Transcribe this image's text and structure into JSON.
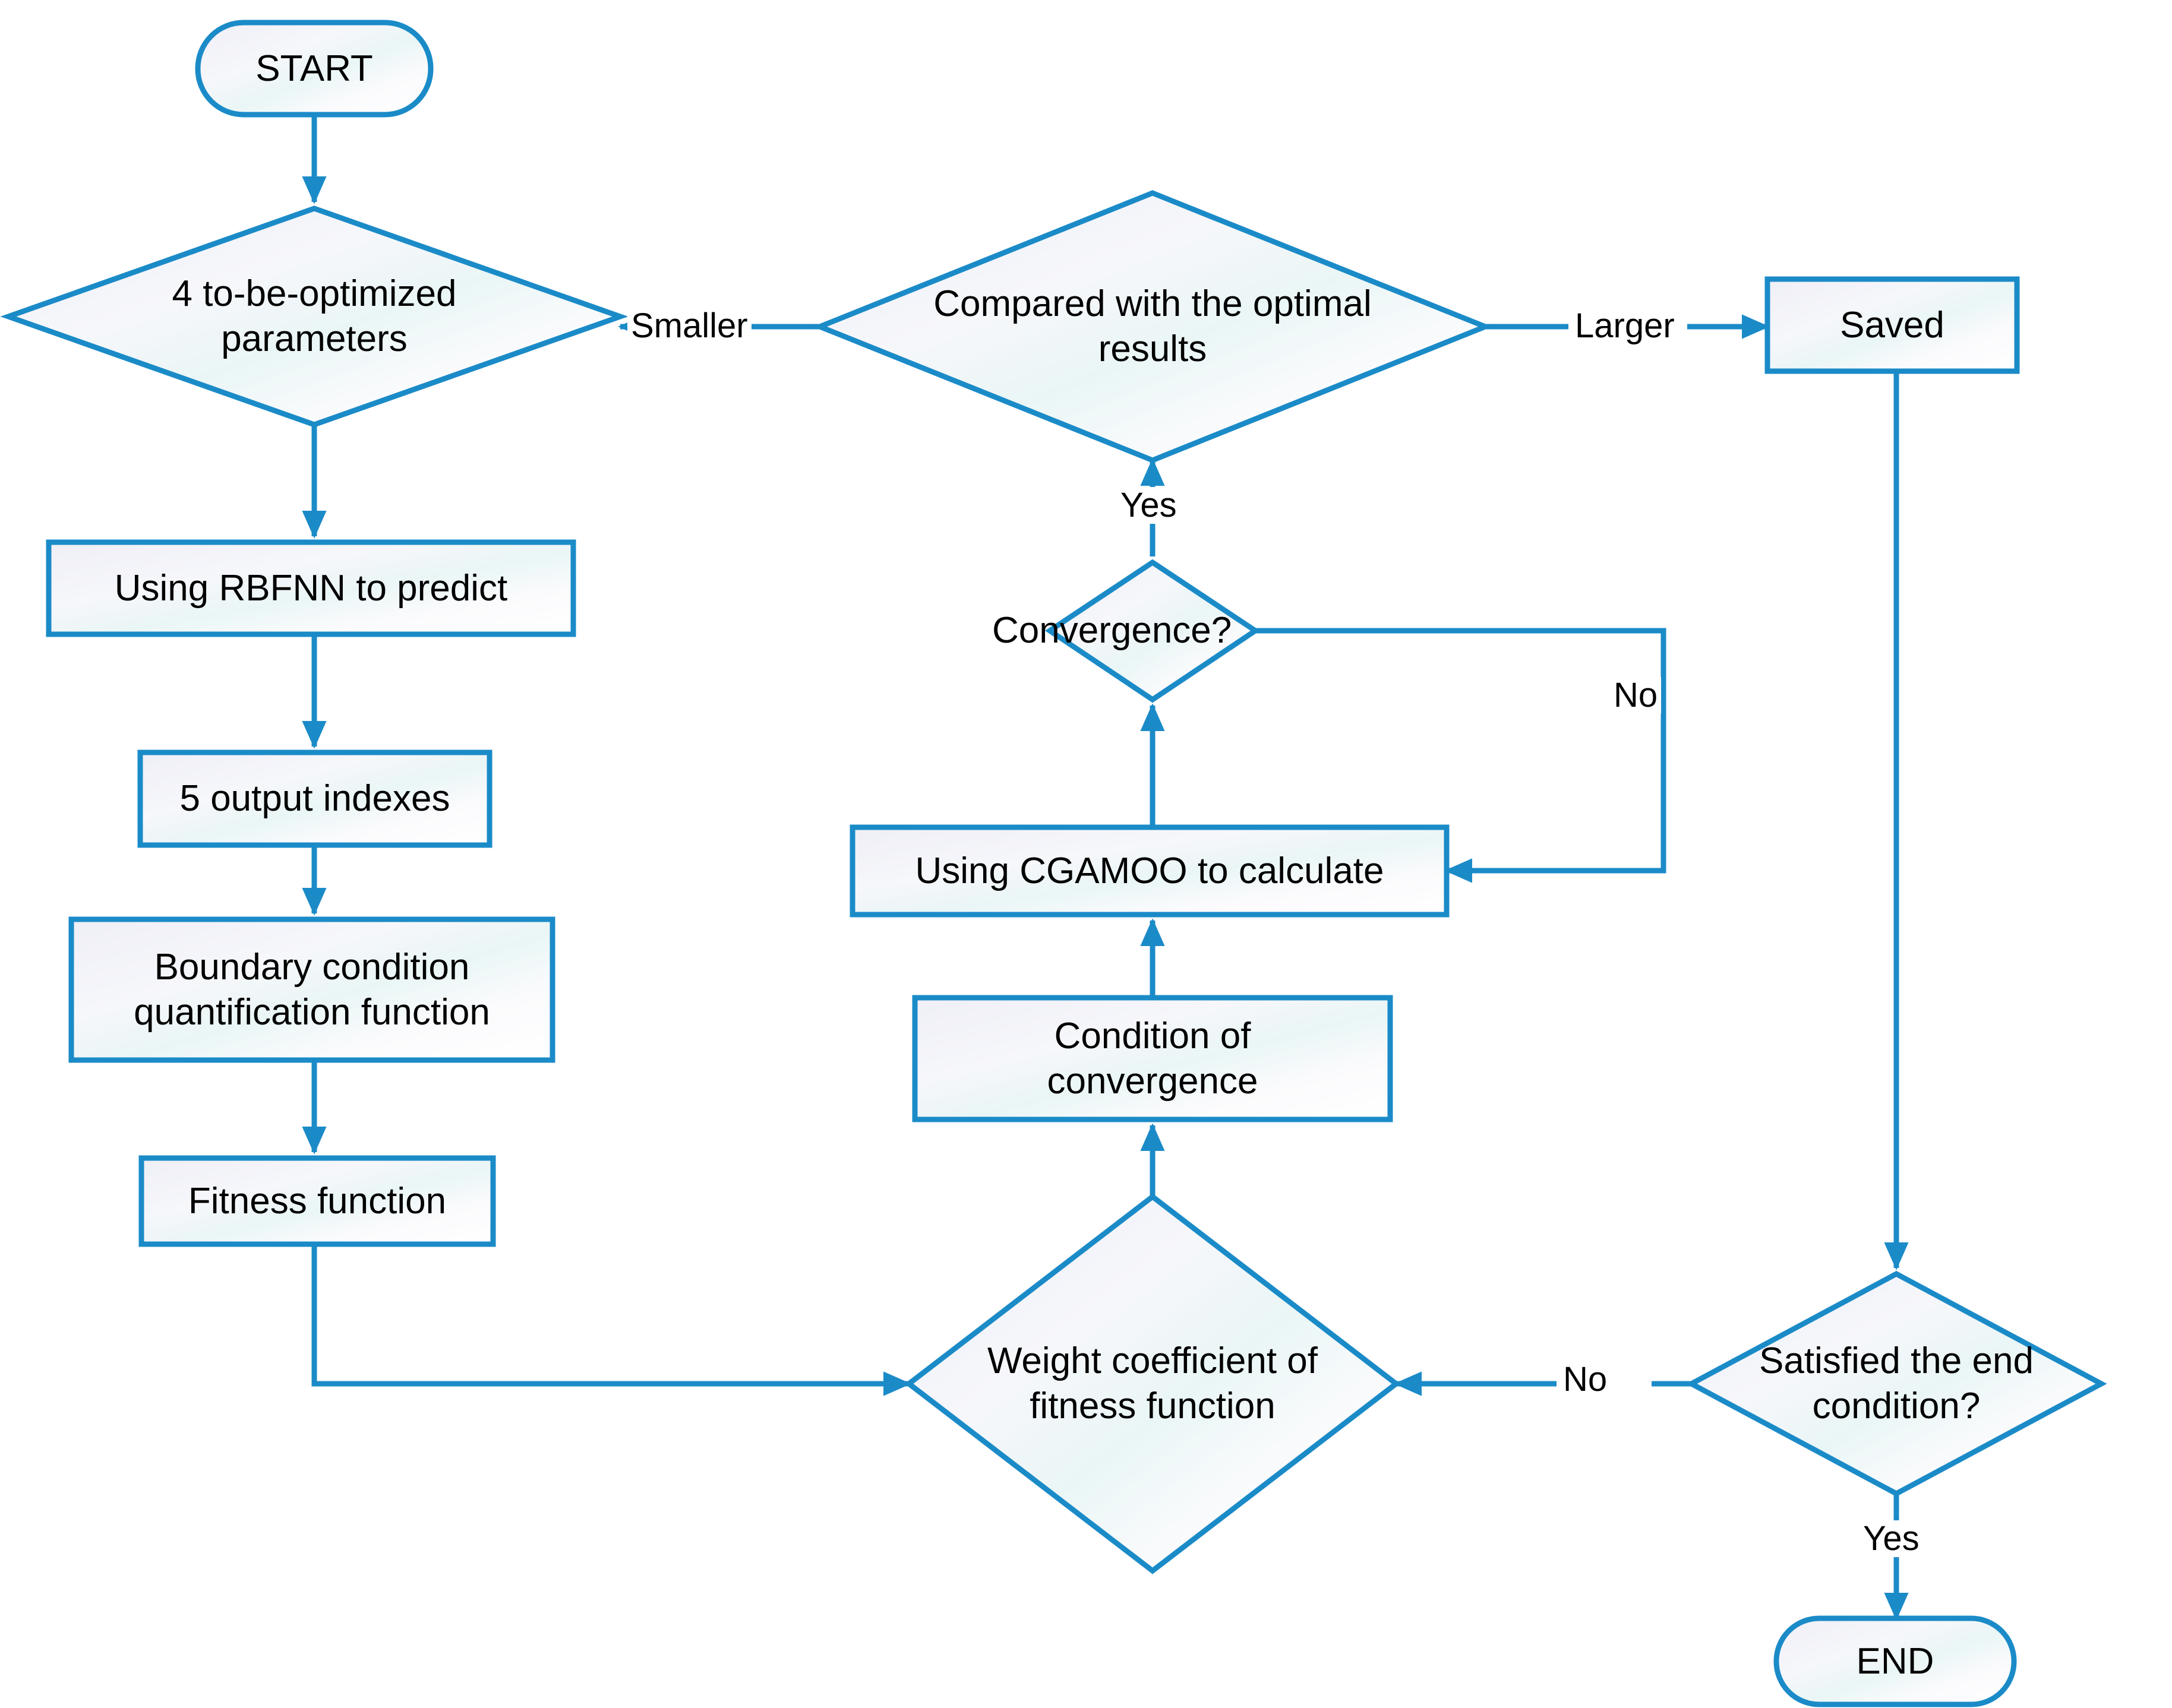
{
  "diagram": {
    "title": "Optimization algorithm flowchart",
    "colors": {
      "stroke": "#1B8BC8",
      "fill_light": "#F4F5F9",
      "fill_tint": "#EDF7F7",
      "text": "#000000",
      "background": "#FFFFFF"
    },
    "nodes": {
      "start": {
        "label": "START",
        "shape": "terminator"
      },
      "params": {
        "label": "4 to-be-optimized\nparameters",
        "shape": "decision"
      },
      "rbfnn": {
        "label": "Using RBFNN to predict",
        "shape": "process"
      },
      "indexes": {
        "label": "5 output indexes",
        "shape": "process"
      },
      "boundary": {
        "label": "Boundary condition\nquantification function",
        "shape": "process"
      },
      "fitness": {
        "label": "Fitness function",
        "shape": "process"
      },
      "weight": {
        "label": "Weight coefficient  of\nfitness function",
        "shape": "decision"
      },
      "condition_conv": {
        "label": "Condition of\nconvergence",
        "shape": "process"
      },
      "cgamoo": {
        "label": "Using CGAMOO to calculate",
        "shape": "process"
      },
      "convergence": {
        "label": "Convergence?",
        "shape": "decision"
      },
      "compared": {
        "label": "Compared with the optimal\nresults",
        "shape": "decision"
      },
      "saved": {
        "label": "Saved",
        "shape": "process"
      },
      "satisfied": {
        "label": "Satisfied the end\ncondition?",
        "shape": "decision"
      },
      "end": {
        "label": "END",
        "shape": "terminator"
      }
    },
    "edge_labels": {
      "smaller": "Smaller",
      "larger": "Larger",
      "convergence_yes": "Yes",
      "convergence_no": "No",
      "satisfied_no": "No",
      "satisfied_yes": "Yes"
    }
  }
}
